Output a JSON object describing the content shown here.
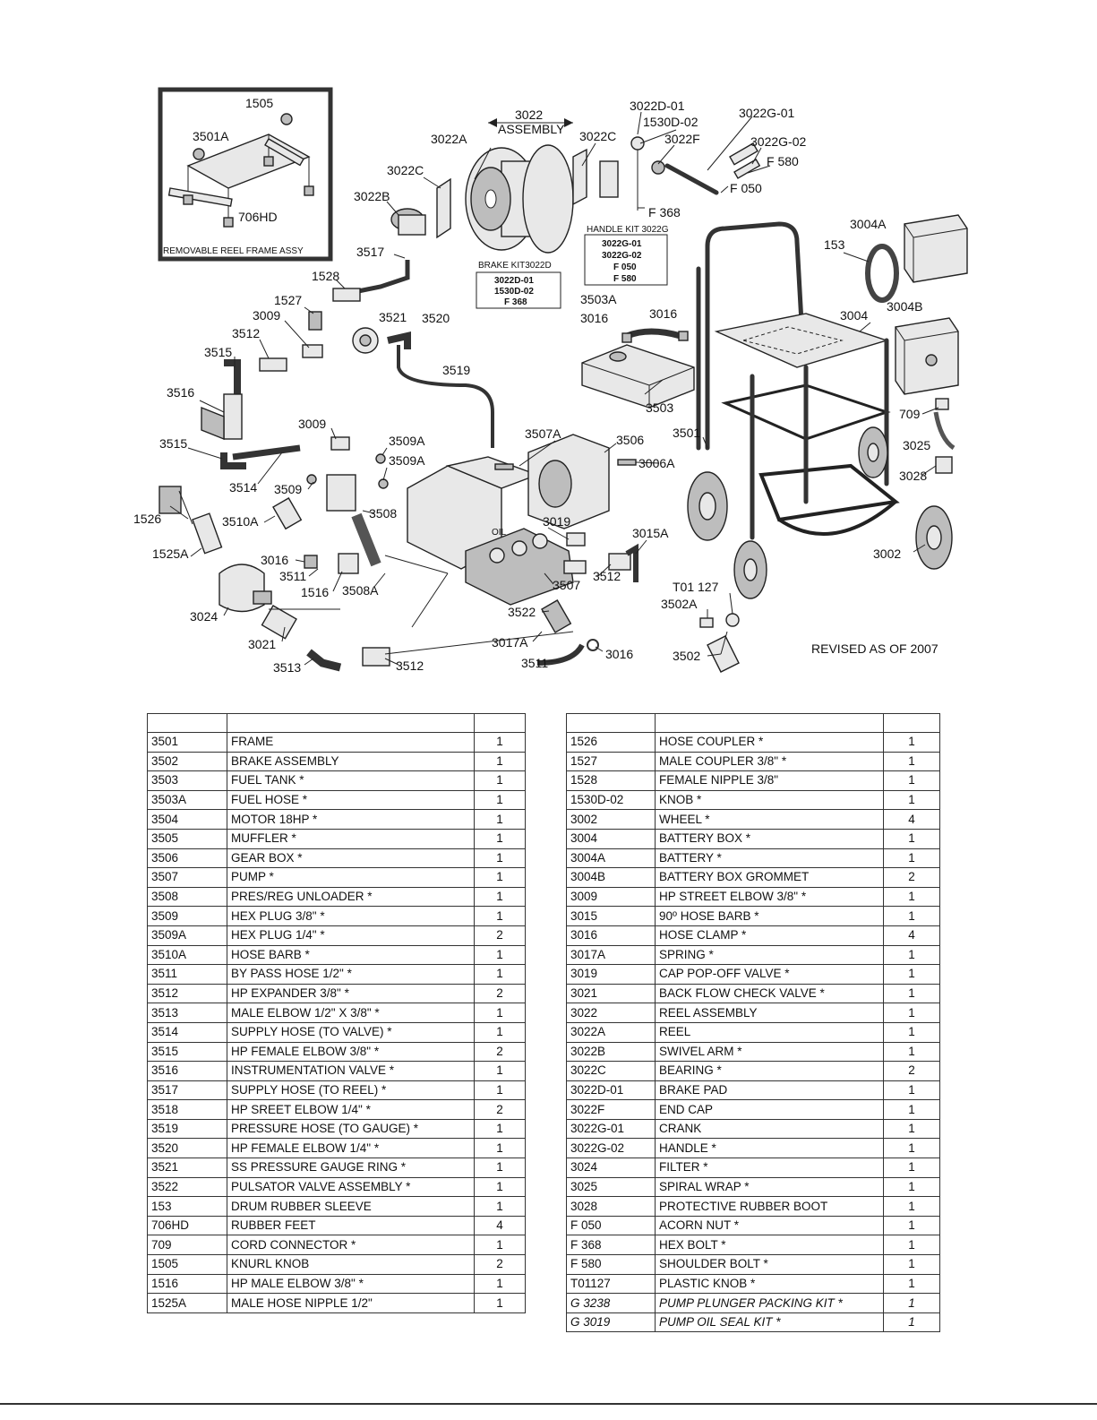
{
  "diagram": {
    "inset_caption": "REMOVABLE REEL FRAME ASSY",
    "revised_note": "REVISED AS OF 2007",
    "assembly_label": "3022",
    "assembly_word": "ASSEMBLY",
    "brake_kit": {
      "title": "BRAKE KIT3022D",
      "lines": [
        "3022D-01",
        "1530D-02",
        "F 368"
      ]
    },
    "handle_kit": {
      "title": "HANDLE KIT 3022G",
      "lines": [
        "3022G-01",
        "3022G-02",
        "F 050",
        "F 580"
      ]
    },
    "pump_text": "OIL",
    "callouts": {
      "c1505": "1505",
      "c3501A": "3501A",
      "c706HD": "706HD",
      "c3022A": "3022A",
      "c3022C_a": "3022C",
      "c3022C_b": "3022C",
      "c3022B": "3022B",
      "c3022D01": "3022D-01",
      "c1530D02": "1530D-02",
      "c3022F": "3022F",
      "c3022G01": "3022G-01",
      "c3022G02": "3022G-02",
      "cF580": "F 580",
      "cF050": "F 050",
      "cF368": "F 368",
      "c3004A": "3004A",
      "c153": "153",
      "c3004B": "3004B",
      "c3004": "3004",
      "c3517": "3517",
      "c1528": "1528",
      "c1527": "1527",
      "c3009a": "3009",
      "c3512a": "3512",
      "c3515a": "3515",
      "c3516": "3516",
      "c3515b": "3515",
      "c3514": "3514",
      "c3009b": "3009",
      "c3509": "3509",
      "c3509Aa": "3509A",
      "c3509Ab": "3509A",
      "c3521": "3521",
      "c3520": "3520",
      "c3519": "3519",
      "c3503A": "3503A",
      "c3016a": "3016",
      "c3016b": "3016",
      "c3503": "3503",
      "c3507A": "3507A",
      "c3506": "3506",
      "c3006A": "3006A",
      "c3501": "3501",
      "c709": "709",
      "c3025": "3025",
      "c3028": "3028",
      "c1526": "1526",
      "c3510A": "3510A",
      "c3508": "3508",
      "c3019": "3019",
      "c3015A": "3015A",
      "c1525A": "1525A",
      "c3016c": "3016",
      "c3511a": "3511",
      "c1516": "1516",
      "c3508A": "3508A",
      "c3507": "3507",
      "c3512b": "3512",
      "c3002": "3002",
      "c3024": "3024",
      "c3522": "3522",
      "cT01127": "T01 127",
      "c3502A": "3502A",
      "c3021": "3021",
      "c3017A": "3017A",
      "c3016d": "3016",
      "c3511b": "3511",
      "c3502": "3502",
      "c3513": "3513",
      "c3512c": "3512"
    }
  },
  "table_left": [
    [
      "3501",
      "FRAME",
      "1"
    ],
    [
      "3502",
      "BRAKE ASSEMBLY",
      "1"
    ],
    [
      "3503",
      "FUEL TANK *",
      "1"
    ],
    [
      "3503A",
      "FUEL HOSE *",
      "1"
    ],
    [
      "3504",
      "MOTOR 18HP *",
      "1"
    ],
    [
      "3505",
      "MUFFLER *",
      "1"
    ],
    [
      "3506",
      "GEAR BOX *",
      "1"
    ],
    [
      "3507",
      "PUMP *",
      "1"
    ],
    [
      "3508",
      "PRES/REG UNLOADER *",
      "1"
    ],
    [
      "3509",
      "HEX PLUG 3/8\" *",
      "1"
    ],
    [
      "3509A",
      "HEX PLUG 1/4\" *",
      "2"
    ],
    [
      "3510A",
      "HOSE BARB *",
      "1"
    ],
    [
      "3511",
      "BY PASS HOSE 1/2\" *",
      "1"
    ],
    [
      "3512",
      "HP EXPANDER 3/8\" *",
      "2"
    ],
    [
      "3513",
      "MALE ELBOW 1/2\" X 3/8\" *",
      "1"
    ],
    [
      "3514",
      "SUPPLY HOSE (TO VALVE) *",
      "1"
    ],
    [
      "3515",
      "HP FEMALE ELBOW 3/8\" *",
      "2"
    ],
    [
      "3516",
      "INSTRUMENTATION VALVE *",
      "1"
    ],
    [
      "3517",
      "SUPPLY HOSE (TO REEL) *",
      "1"
    ],
    [
      "3518",
      "HP SREET ELBOW 1/4\" *",
      "2"
    ],
    [
      "3519",
      "PRESSURE HOSE (TO GAUGE) *",
      "1"
    ],
    [
      "3520",
      "HP FEMALE ELBOW 1/4\" *",
      "1"
    ],
    [
      "3521",
      "SS PRESSURE GAUGE RING *",
      "1"
    ],
    [
      "3522",
      "PULSATOR VALVE ASSEMBLY *",
      "1"
    ],
    [
      "153",
      "DRUM RUBBER SLEEVE",
      "1"
    ],
    [
      "706HD",
      "RUBBER FEET",
      "4"
    ],
    [
      "709",
      "CORD CONNECTOR *",
      "1"
    ],
    [
      "1505",
      "KNURL KNOB",
      "2"
    ],
    [
      "1516",
      "HP MALE ELBOW 3/8\" *",
      "1"
    ],
    [
      "1525A",
      "MALE HOSE NIPPLE 1/2\"",
      "1"
    ]
  ],
  "table_right": [
    [
      "1526",
      "HOSE COUPLER *",
      "1"
    ],
    [
      "1527",
      "MALE COUPLER 3/8\" *",
      "1"
    ],
    [
      "1528",
      "FEMALE NIPPLE 3/8\"",
      "1"
    ],
    [
      "1530D-02",
      "KNOB *",
      "1"
    ],
    [
      "3002",
      "WHEEL *",
      "4"
    ],
    [
      "3004",
      "BATTERY BOX *",
      "1"
    ],
    [
      "3004A",
      "BATTERY *",
      "1"
    ],
    [
      "3004B",
      "BATTERY BOX GROMMET",
      "2"
    ],
    [
      "3009",
      "HP STREET ELBOW 3/8\" *",
      "1"
    ],
    [
      "3015",
      "90º HOSE BARB *",
      "1"
    ],
    [
      "3016",
      "HOSE CLAMP *",
      "4"
    ],
    [
      "3017A",
      "SPRING *",
      "1"
    ],
    [
      "3019",
      "CAP POP-OFF VALVE *",
      "1"
    ],
    [
      "3021",
      "BACK FLOW CHECK VALVE *",
      "1"
    ],
    [
      "3022",
      "REEL ASSEMBLY",
      "1"
    ],
    [
      "3022A",
      "REEL",
      "1"
    ],
    [
      "3022B",
      "SWIVEL ARM *",
      "1"
    ],
    [
      "3022C",
      "BEARING *",
      "2"
    ],
    [
      "3022D-01",
      "BRAKE PAD",
      "1"
    ],
    [
      "3022F",
      "END CAP",
      "1"
    ],
    [
      "3022G-01",
      "CRANK",
      "1"
    ],
    [
      "3022G-02",
      "HANDLE *",
      "1"
    ],
    [
      "3024",
      "FILTER *",
      "1"
    ],
    [
      "3025",
      "SPIRAL WRAP *",
      "1"
    ],
    [
      "3028",
      "PROTECTIVE RUBBER BOOT",
      "1"
    ],
    [
      "F 050",
      "ACORN NUT *",
      "1"
    ],
    [
      "F 368",
      "HEX BOLT *",
      "1"
    ],
    [
      "F 580",
      "SHOULDER BOLT *",
      "1"
    ],
    [
      "T01127",
      "PLASTIC KNOB *",
      "1"
    ],
    [
      "G 3238",
      "PUMP PLUNGER PACKING KIT *",
      "1"
    ],
    [
      "G 3019",
      "PUMP OIL SEAL KIT *",
      "1"
    ]
  ],
  "italic_rows_right": [
    "G 3238",
    "G 3019"
  ]
}
